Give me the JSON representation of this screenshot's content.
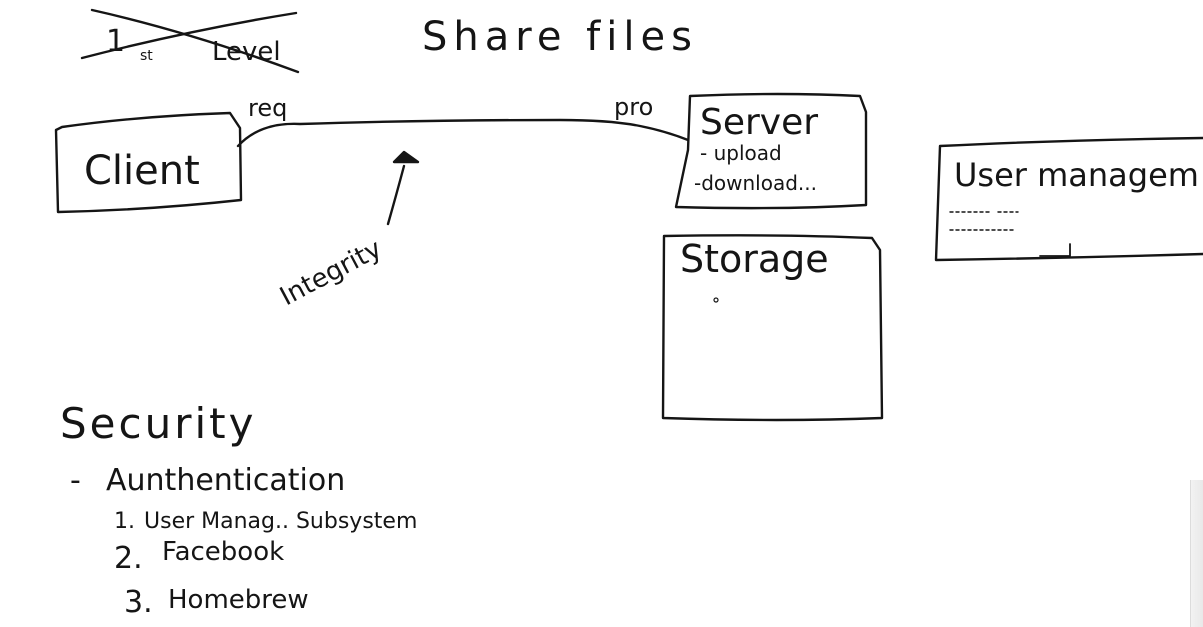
{
  "title": "Share files",
  "crossed_out_heading": {
    "number": "1",
    "suffix": "st",
    "word": "Level"
  },
  "nodes": {
    "client": {
      "label": "Client"
    },
    "server": {
      "label": "Server",
      "items": [
        "- upload",
        "-download..."
      ]
    },
    "storage": {
      "label": "Storage"
    },
    "user_management": {
      "label": "User managem"
    }
  },
  "edges": {
    "request_label": "req",
    "protocol_label": "pro"
  },
  "annotation": {
    "label": "Integrity"
  },
  "security": {
    "heading": "Security",
    "bullet_dash": "-",
    "bullet": "Aunthentication",
    "items": [
      {
        "number": "1.",
        "text": "User Manag.. Subsystem"
      },
      {
        "number": "2.",
        "text": "Facebook"
      },
      {
        "number": "3.",
        "text": "Homebrew"
      }
    ]
  },
  "colors": {
    "ink": "#151515",
    "background": "#ffffff"
  }
}
